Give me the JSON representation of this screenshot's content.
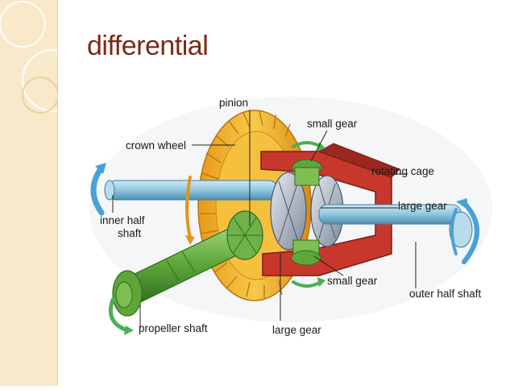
{
  "slide": {
    "title": "differential"
  },
  "diagram": {
    "labels": {
      "pinion": "pinion",
      "small_gear_top": "small gear",
      "crown_wheel": "crown wheel",
      "rotating_cage": "rotating cage",
      "large_gear_right": "large gear",
      "inner_half_shaft_line1": "inner half",
      "inner_half_shaft_line2": "shaft",
      "small_gear_bottom": "small gear",
      "outer_half_shaft": "outer  half shaft",
      "propeller_shaft": "propeller shaft",
      "large_gear_bottom": "large gear"
    },
    "colors": {
      "crown_wheel": "#f2b431",
      "shaft": "#8fc6e0",
      "pinion": "#6fb24a",
      "cage": "#c7372c",
      "gears": "#a9b6c8",
      "rotation_arrow": "#4aa0d8",
      "small_gear_arrow": "#4caf50"
    }
  }
}
